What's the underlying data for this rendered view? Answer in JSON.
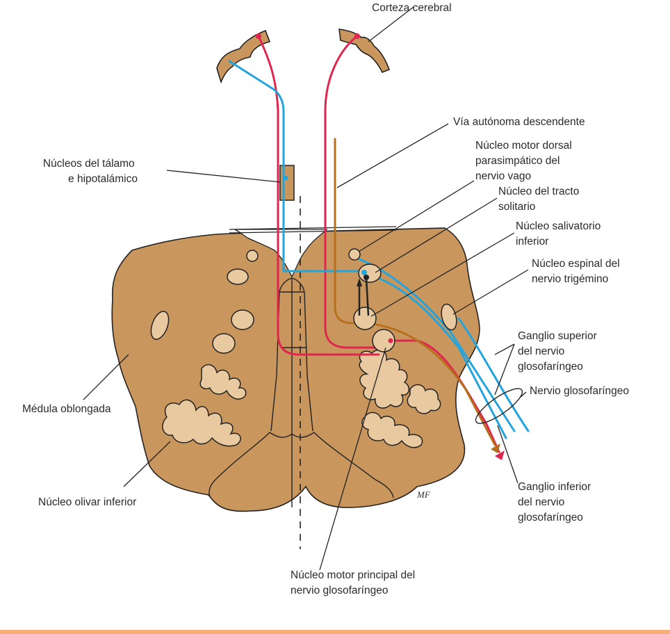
{
  "figure": {
    "subject": "Glossopharyngeal nerve nuclei and pathways (medulla oblongata cross-section)",
    "artist_signature": "MF",
    "colors": {
      "tissue": "#c9965e",
      "nucleus_fill": "#e8c9a0",
      "motor_pathway_red": "#e0254f",
      "sensory_pathway_blue": "#22a4dc",
      "autonomic_pathway_brown": "#b6701c",
      "bottom_rule": "#f4b078"
    }
  },
  "labels": {
    "corteza_cerebral": "Corteza cerebral",
    "via_autonoma": "Vía autónoma descendente",
    "nucleo_motor_dorsal": [
      "Núcleo motor dorsal",
      "parasimpático del",
      "nervio vago"
    ],
    "nucleo_tracto_solitario": [
      "Núcleo del tracto",
      "solitario"
    ],
    "nucleo_salivatorio": [
      "Núcleo salivatorio",
      "inferior"
    ],
    "nucleo_espinal_trigemino": [
      "Núcleo espinal del",
      "nervio trigémino"
    ],
    "ganglio_superior": [
      "Ganglio superior",
      "del nervio",
      "glosofaríngeo"
    ],
    "nervio_glosofaringeo": "Nervio glosofaríngeo",
    "ganglio_inferior": [
      "Ganglio inferior",
      "del nervio",
      "glosofaríngeo"
    ],
    "nucleo_motor_principal": [
      "Núcleo motor principal del",
      "nervio glosofaríngeo"
    ],
    "nucleos_talamo": [
      "Núcleos del tálamo",
      "e hipotalámico"
    ],
    "medula_oblongada": "Médula oblongada",
    "nucleo_olivar": "Núcleo olivar inferior"
  }
}
